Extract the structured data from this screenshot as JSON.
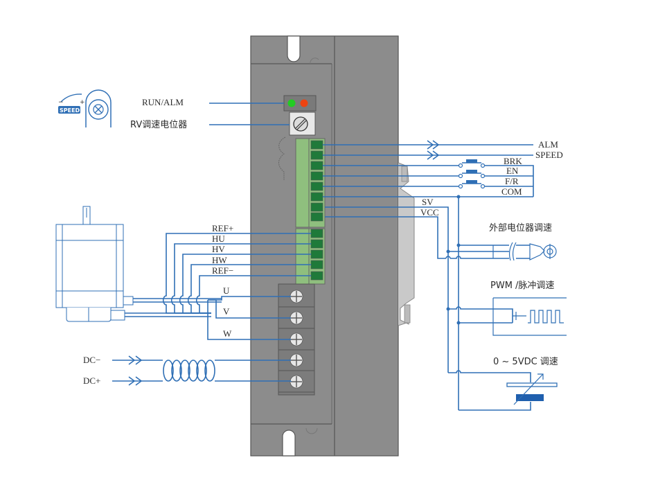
{
  "colors": {
    "wire": "#2f6fb5",
    "driver_body": "#8c8c8c",
    "terminal_green": "#1f7a3a",
    "terminal_block": "#8fbf7e",
    "led_run": "#22cc22",
    "led_alm": "#ee4411"
  },
  "icons": {
    "speed_dial": "speed-potentiometer-icon",
    "motor": "bldc-motor-icon",
    "external_pot": "external-potentiometer-icon",
    "pwm": "pwm-pulse-icon",
    "variable_cap": "adjustable-voltage-icon"
  },
  "panel_labels": {
    "run_alm": "RUN/ALM",
    "rv_pot": "RV调速电位器",
    "speed_badge": "SPEED"
  },
  "control_signals": [
    {
      "name": "ALM"
    },
    {
      "name": "SPEED"
    },
    {
      "name": "BRK"
    },
    {
      "name": "EN"
    },
    {
      "name": "F/R"
    },
    {
      "name": "COM"
    },
    {
      "name": "SV"
    },
    {
      "name": "VCC"
    }
  ],
  "hall_signals": [
    "REF+",
    "HU",
    "HV",
    "HW",
    "REF−"
  ],
  "motor_phases": [
    "U",
    "V",
    "W"
  ],
  "power": [
    "DC−",
    "DC+"
  ],
  "speed_modes": {
    "external_pot": "外部电位器调速",
    "pwm": "PWM /脉冲调速",
    "voltage": "0 ~ 5VDC 调速"
  }
}
